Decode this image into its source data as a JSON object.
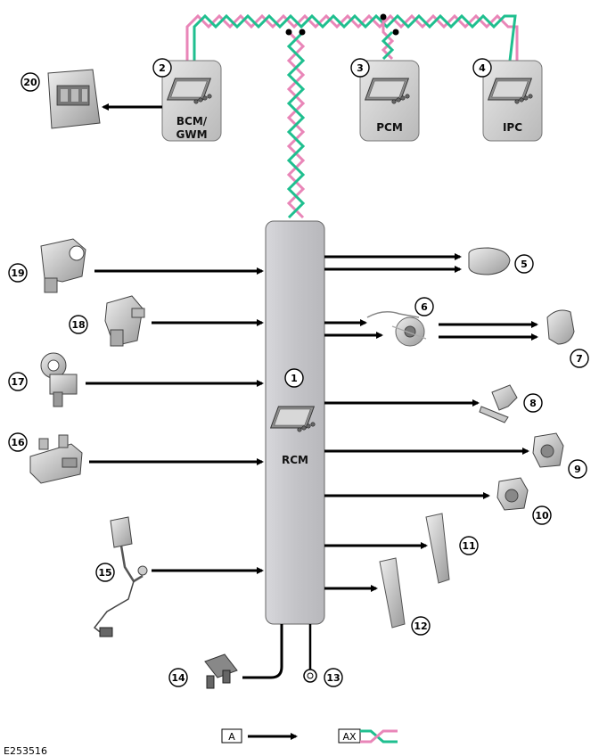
{
  "modules": {
    "bcm": {
      "label_line1": "BCM/",
      "label_line2": "GWM"
    },
    "pcm": {
      "label": "PCM"
    },
    "ipc": {
      "label": "IPC"
    },
    "rcm": {
      "label": "RCM"
    }
  },
  "callouts": {
    "c1": "1",
    "c2": "2",
    "c3": "3",
    "c4": "4",
    "c5": "5",
    "c6": "6",
    "c7": "7",
    "c8": "8",
    "c9": "9",
    "c10": "10",
    "c11": "11",
    "c12": "12",
    "c13": "13",
    "c14": "14",
    "c15": "15",
    "c16": "16",
    "c17": "17",
    "c18": "18",
    "c19": "19",
    "c20": "20"
  },
  "legend": {
    "hardwired_key": "A",
    "network_key": "AX"
  },
  "figure_id": "E253516",
  "colors": {
    "wire_green": "#1fbf8f",
    "wire_pink": "#e986b8",
    "module_fill": "#c9c9c9"
  }
}
